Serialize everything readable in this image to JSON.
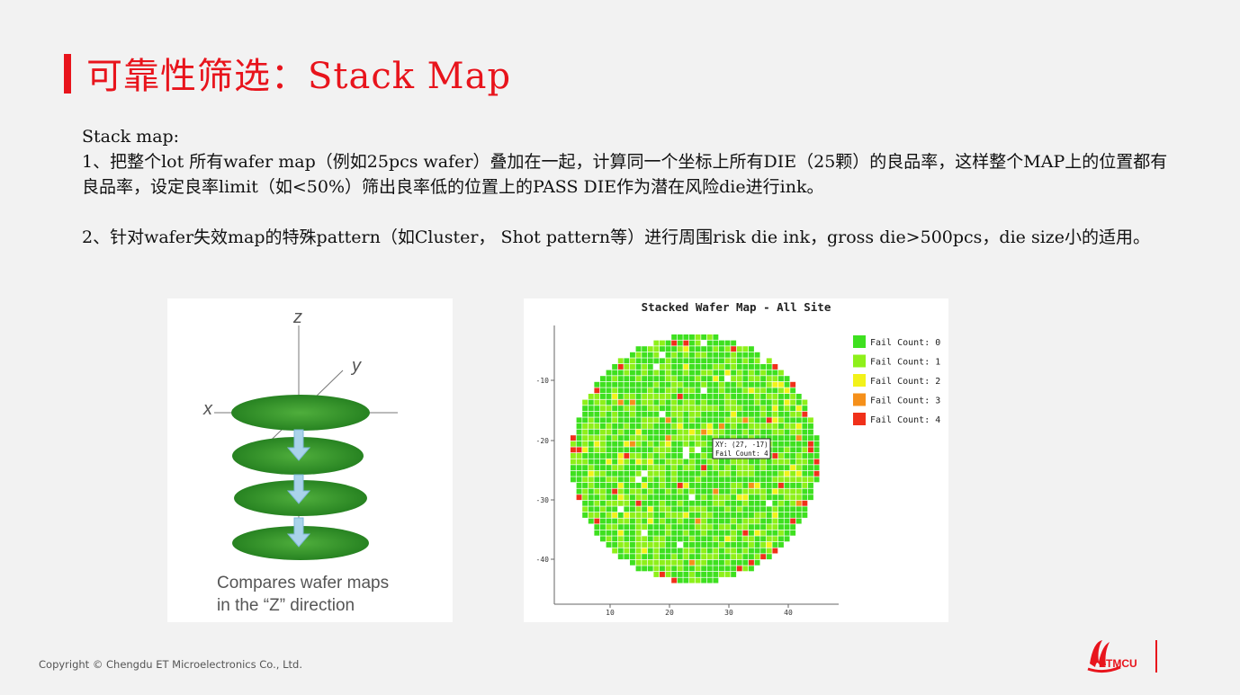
{
  "title": "可靠性筛选：Stack Map",
  "body": {
    "heading": "Stack map:",
    "para1": "1、把整个lot 所有wafer map（例如25pcs wafer）叠加在一起，计算同一个坐标上所有DIE（25颗）的良品率，这样整个MAP上的位置都有良品率，设定良率limit（如<50%）筛出良率低的位置上的PASS DIE作为潜在风险die进行ink。",
    "para2": "2、针对wafer失效map的特殊pattern（如Cluster， Shot pattern等）进行周围risk die ink，gross die>500pcs，die size小的适用。"
  },
  "figure_left": {
    "axis_z": "z",
    "axis_y": "y",
    "axis_x": "x",
    "caption_line1": "Compares wafer maps",
    "caption_line2": "in the “Z” direction"
  },
  "chart_data": {
    "type": "heatmap",
    "title": "Stacked Wafer Map - All Site",
    "x_ticks": [
      "10",
      "20",
      "30",
      "40"
    ],
    "y_ticks": [
      "-10",
      "-20",
      "-30",
      "-40"
    ],
    "legend": [
      {
        "label": "Fail Count: 0",
        "color": "#3ee01f"
      },
      {
        "label": "Fail Count: 1",
        "color": "#8ef01a"
      },
      {
        "label": "Fail Count: 2",
        "color": "#f2f21a"
      },
      {
        "label": "Fail Count: 3",
        "color": "#f5901a"
      },
      {
        "label": "Fail Count: 4",
        "color": "#f0301a"
      }
    ],
    "tooltip": {
      "line1": "XY: (27, -17)",
      "line2": "Fail Count: 4"
    }
  },
  "footer": "Copyright © Chengdu ET Microelectronics Co., Ltd.",
  "logo_text": "ETMCU",
  "colors": {
    "accent": "#e8141c"
  }
}
